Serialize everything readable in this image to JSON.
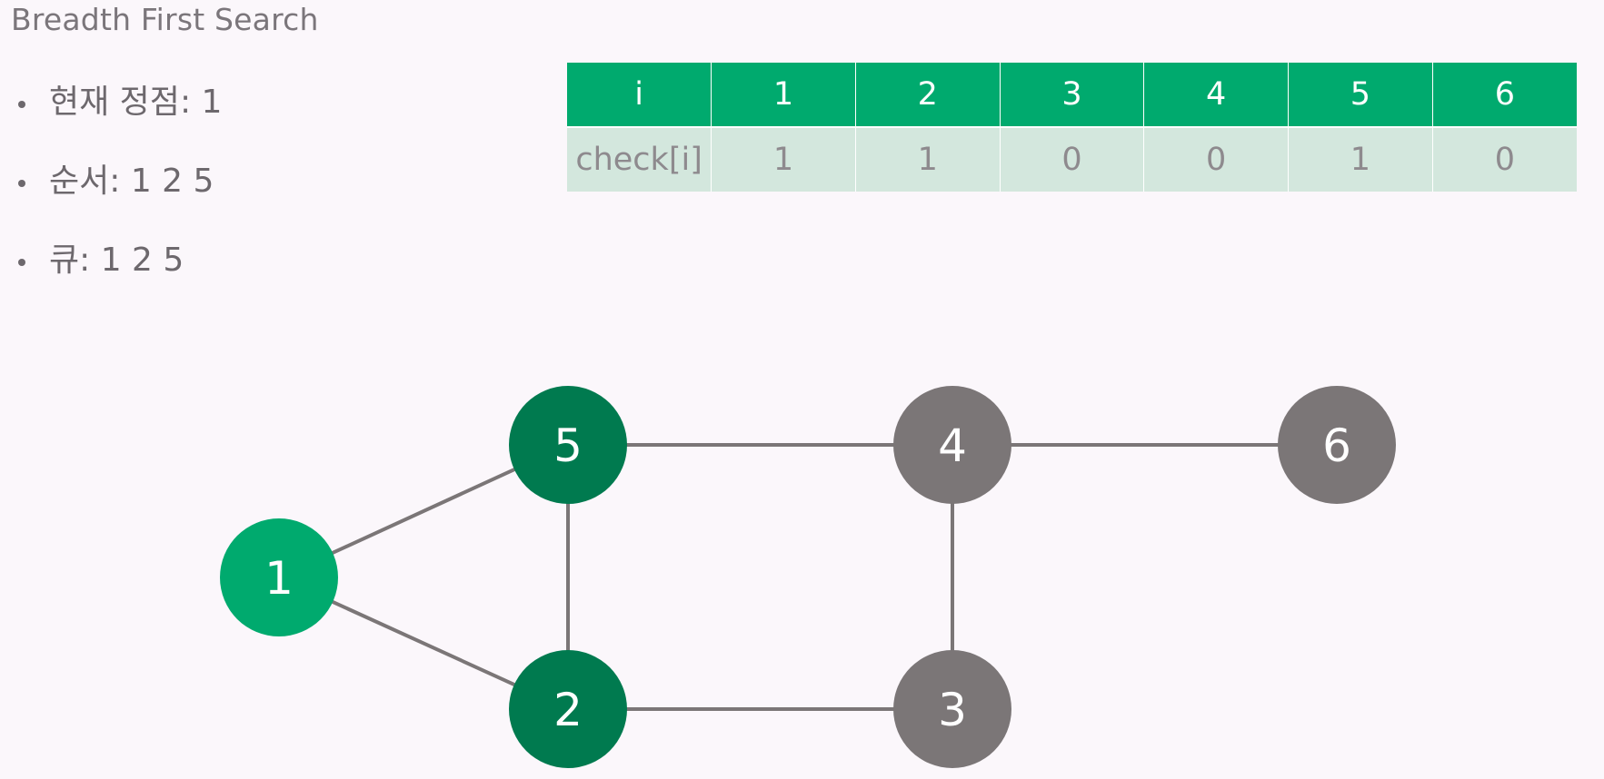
{
  "title": "Breadth First Search",
  "bullets": [
    {
      "label": "현재 정점",
      "value": "1"
    },
    {
      "label": "순서",
      "value": "1 2 5"
    },
    {
      "label": "큐",
      "value": "1 2 5"
    }
  ],
  "table": {
    "header_label": "i",
    "row_label": "check[i]",
    "indices": [
      "1",
      "2",
      "3",
      "4",
      "5",
      "6"
    ],
    "check": [
      "1",
      "1",
      "0",
      "0",
      "1",
      "0"
    ]
  },
  "graph": {
    "colors": {
      "current": "#00aa6e",
      "visited": "#007a4f",
      "unvisited": "#7b7677",
      "edge": "#7b7677"
    },
    "nodes": [
      {
        "id": "1",
        "state": "current"
      },
      {
        "id": "2",
        "state": "visited"
      },
      {
        "id": "3",
        "state": "unvisited"
      },
      {
        "id": "4",
        "state": "unvisited"
      },
      {
        "id": "5",
        "state": "visited"
      },
      {
        "id": "6",
        "state": "unvisited"
      }
    ],
    "edges": [
      [
        "1",
        "5"
      ],
      [
        "1",
        "2"
      ],
      [
        "5",
        "2"
      ],
      [
        "5",
        "4"
      ],
      [
        "4",
        "6"
      ],
      [
        "4",
        "3"
      ],
      [
        "2",
        "3"
      ]
    ]
  }
}
